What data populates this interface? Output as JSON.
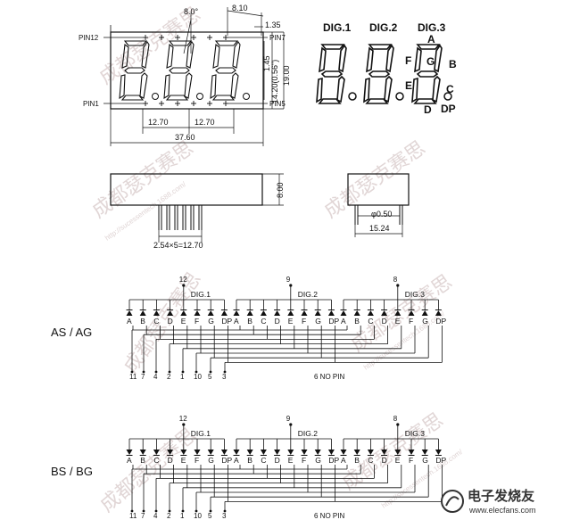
{
  "top_view": {
    "pin_left_top": "PIN12",
    "pin_left_bottom": "PIN1",
    "pin_right_top": "PIN7",
    "pin_right_bottom": "PIN5",
    "dim_slant": "8.0°",
    "dim_digit_width": "8.10",
    "dim_seg": "1.35",
    "dim_dp": "1.45",
    "dim_char_height": "14.20(0.56\")",
    "dim_height": "19.00",
    "dim_pitch_1": "12.70",
    "dim_pitch_2": "12.70",
    "dim_total": "37.60"
  },
  "digit_legend": {
    "dig1": "DIG.1",
    "dig2": "DIG.2",
    "dig3": "DIG.3",
    "segments": {
      "a": "A",
      "b": "B",
      "c": "C",
      "d": "D",
      "e": "E",
      "f": "F",
      "g": "G",
      "dp": "DP"
    }
  },
  "side_view": {
    "height": "8.00",
    "pin_pitch": "2.54×5=12.70",
    "pin_dia": "φ0.50",
    "row_spacing": "15.24"
  },
  "circuits": [
    {
      "label": "AS / AG",
      "common_pins": [
        "12",
        "9",
        "8"
      ],
      "digit_labels": [
        "DIG.1",
        "DIG.2",
        "DIG.3"
      ],
      "segment_labels": [
        "A",
        "B",
        "C",
        "D",
        "E",
        "F",
        "G",
        "DP"
      ],
      "bottom_pins": [
        "11",
        "7",
        "4",
        "2",
        "1",
        "10",
        "5",
        "3"
      ],
      "no_pin": "6 NO  PIN"
    },
    {
      "label": "BS / BG",
      "common_pins": [
        "12",
        "9",
        "8"
      ],
      "digit_labels": [
        "DIG.1",
        "DIG.2",
        "DIG.3"
      ],
      "segment_labels": [
        "A",
        "B",
        "C",
        "D",
        "E",
        "F",
        "G",
        "DP"
      ],
      "bottom_pins": [
        "11",
        "7",
        "4",
        "2",
        "1",
        "10",
        "5",
        "3"
      ],
      "no_pin": "6 NO  PIN"
    }
  ],
  "watermark": {
    "text": "成都瑟克赛思",
    "url": "http://sucessentech.1688.com/",
    "logo_cn": "电子发烧友",
    "logo_url": "www.elecfans.com"
  }
}
